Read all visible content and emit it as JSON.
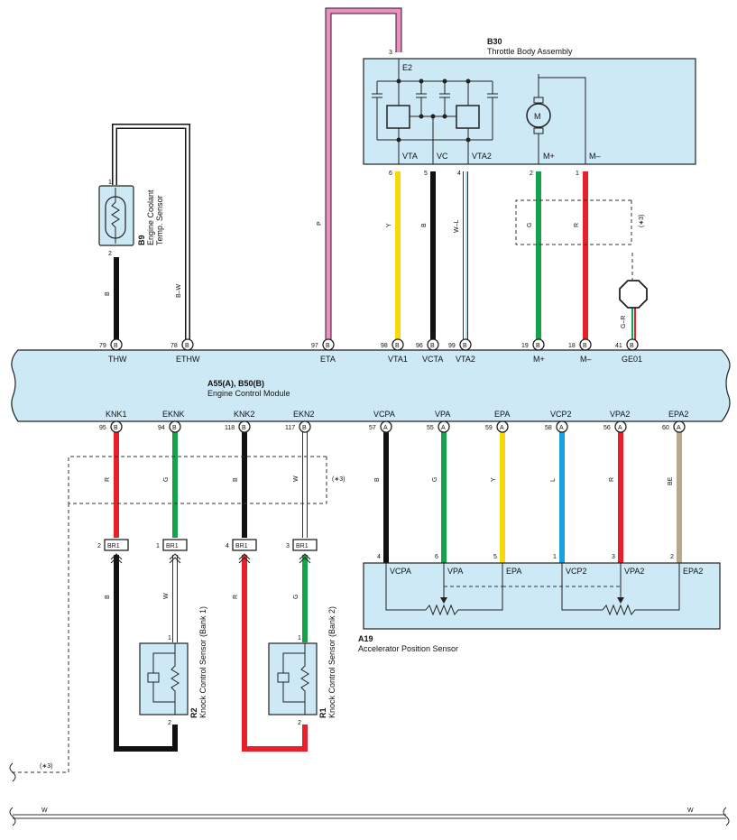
{
  "colors": {
    "box_fill": "#cde9f6",
    "pink": "#ee8ec0",
    "yellow": "#f8d80a",
    "black": "#111111",
    "green": "#14a34a",
    "red": "#e8202a",
    "blue": "#1aa2e0",
    "tan": "#b9a88f",
    "wl": "#8fd4f0"
  },
  "ecm": {
    "code": "A55(A), B50(B)",
    "name": "Engine Control Module"
  },
  "throttle": {
    "code": "B30",
    "name": "Throttle Body Assembly",
    "pins": {
      "e2": "E2",
      "vta": "VTA",
      "vc": "VC",
      "vta2": "VTA2",
      "mplus": "M+",
      "mminus": "M–"
    },
    "motor_label": "M",
    "pin_nums": {
      "e2": "3",
      "vta": "6",
      "vc": "5",
      "vta2": "4",
      "mplus": "2",
      "mminus": "1"
    }
  },
  "coolant": {
    "code": "B9",
    "name1": "Engine Coolant",
    "name2": "Temp. Sensor",
    "pin1": "1",
    "pin2": "2"
  },
  "aps": {
    "code": "A19",
    "name": "Accelerator Position Sensor",
    "pins": [
      "VCPA",
      "VPA",
      "EPA",
      "VCP2",
      "VPA2",
      "EPA2"
    ],
    "pin_nums": [
      "4",
      "6",
      "5",
      "1",
      "3",
      "2"
    ]
  },
  "r2": {
    "code": "R2",
    "name": "Knock Control Sensor (Bank 1)",
    "pin1": "1",
    "pin2": "2"
  },
  "r1": {
    "code": "R1",
    "name": "Knock Control Sensor (Bank 2)",
    "pin1": "1",
    "pin2": "2"
  },
  "top_terms": [
    {
      "num": "79",
      "conn": "B",
      "label": "THW"
    },
    {
      "num": "78",
      "conn": "B",
      "label": "ETHW"
    },
    {
      "num": "97",
      "conn": "B",
      "label": "ETA"
    },
    {
      "num": "98",
      "conn": "B",
      "label": "VTA1"
    },
    {
      "num": "96",
      "conn": "B",
      "label": "VCTA"
    },
    {
      "num": "99",
      "conn": "B",
      "label": "VTA2"
    },
    {
      "num": "19",
      "conn": "B",
      "label": "M+"
    },
    {
      "num": "18",
      "conn": "B",
      "label": "M–"
    },
    {
      "num": "41",
      "conn": "B",
      "label": "GE01"
    }
  ],
  "bot_terms": [
    {
      "num": "95",
      "conn": "B",
      "label": "KNK1"
    },
    {
      "num": "94",
      "conn": "B",
      "label": "EKNK"
    },
    {
      "num": "118",
      "conn": "B",
      "label": "KNK2"
    },
    {
      "num": "117",
      "conn": "B",
      "label": "EKN2"
    },
    {
      "num": "57",
      "conn": "A",
      "label": "VCPA"
    },
    {
      "num": "55",
      "conn": "A",
      "label": "VPA"
    },
    {
      "num": "59",
      "conn": "A",
      "label": "EPA"
    },
    {
      "num": "58",
      "conn": "A",
      "label": "VCP2"
    },
    {
      "num": "56",
      "conn": "A",
      "label": "VPA2"
    },
    {
      "num": "60",
      "conn": "A",
      "label": "EPA2"
    }
  ],
  "wire_labels": {
    "coolant_b": "B",
    "coolant_bw": "B–W",
    "eta": "P",
    "vta1": "Y",
    "vcta": "B",
    "vta2": "W–L",
    "mplus": "G",
    "mminus": "R",
    "ge01": "G–R",
    "knk1": "R",
    "eknk": "G",
    "knk2": "B",
    "ekn2": "W",
    "vcpa": "B",
    "vpa": "G",
    "epa": "Y",
    "vcp2": "L",
    "vpa2": "R",
    "epa2": "BE",
    "r2_sig": "B",
    "r2_gnd": "W",
    "r1_sig": "R",
    "r1_gnd": "G",
    "bottom_w_left": "W",
    "bottom_w_right": "W"
  },
  "br1": {
    "label": "BR1",
    "pins": [
      "2",
      "1",
      "4",
      "3"
    ]
  },
  "shield_note": "(∗3)"
}
